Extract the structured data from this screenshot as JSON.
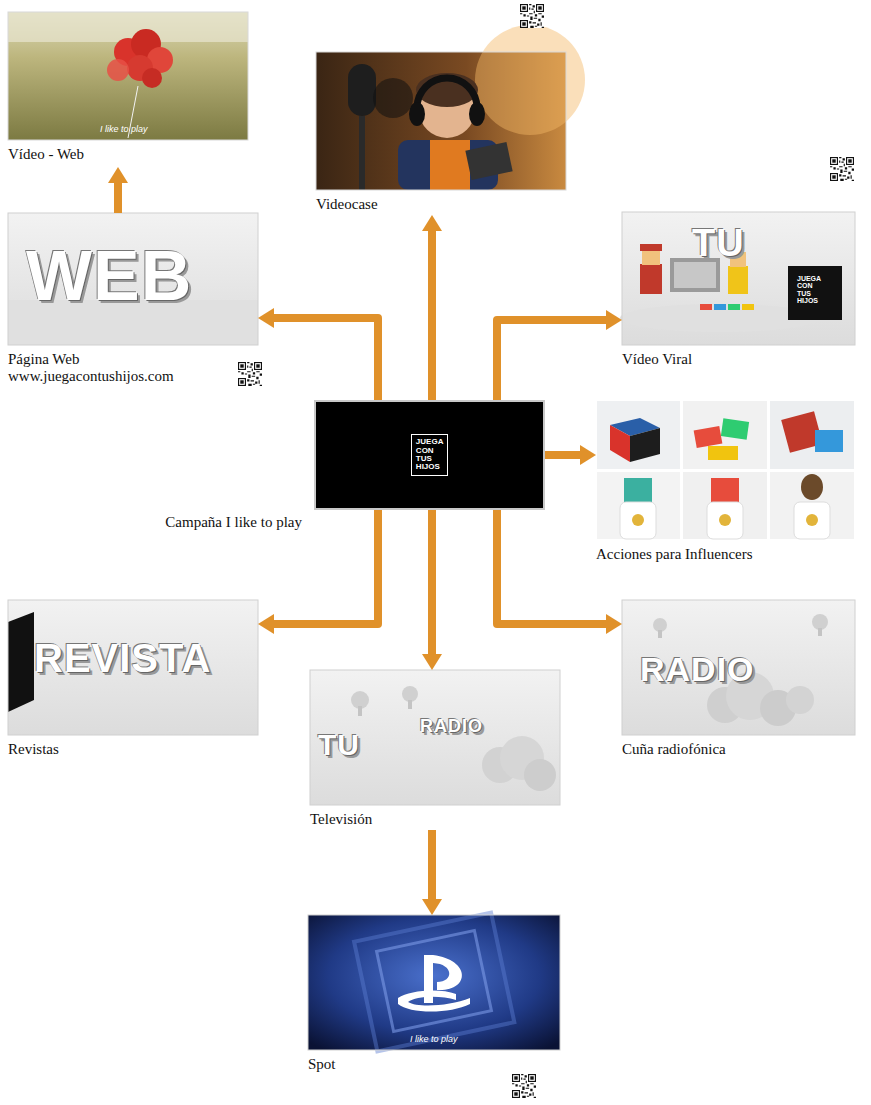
{
  "diagram": {
    "nodes": [
      {
        "text": [
          "Vídeo - Web"
        ]
      },
      {
        "text": [
          "Videocase"
        ]
      },
      {
        "text": [
          "Página Web www.juegacontushijos.com"
        ]
      },
      {
        "text": [
          "Vídeo Viral"
        ]
      },
      {
        "text": [
          "JUEGA CON TUS HIJOS",
          "Campaña I like to play"
        ]
      },
      {
        "text": [
          "Acciones para Influencers"
        ]
      },
      {
        "text": [
          "Revistas"
        ]
      },
      {
        "text": [
          "Televisión"
        ]
      },
      {
        "text": [
          "Cuña radiofónica"
        ]
      },
      {
        "text": [
          "Spot"
        ]
      }
    ],
    "edges": [
      {
        "from": 2,
        "to": 0,
        "arrow": "to"
      },
      {
        "from": 4,
        "to": 1,
        "arrow": "to"
      },
      {
        "from": 4,
        "to": 2,
        "arrow": "to"
      },
      {
        "from": 4,
        "to": 3,
        "arrow": "to"
      },
      {
        "from": 4,
        "to": 5,
        "arrow": "to"
      },
      {
        "from": 4,
        "to": 6,
        "arrow": "to"
      },
      {
        "from": 4,
        "to": 7,
        "arrow": "to"
      },
      {
        "from": 4,
        "to": 8,
        "arrow": "to"
      },
      {
        "from": 7,
        "to": 9,
        "arrow": "to"
      }
    ],
    "labels": [
      "I like to play",
      "WEB",
      "TU",
      "JUEGA CON TUS HIJOS",
      "REVISTA",
      "TU",
      "RADIO",
      "RADIO",
      "I like to play"
    ]
  }
}
